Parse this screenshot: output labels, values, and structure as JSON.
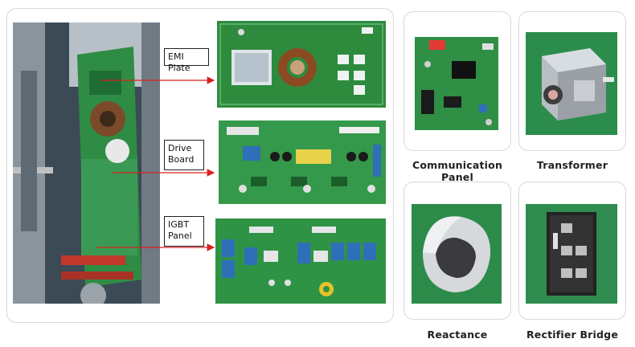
{
  "callouts": {
    "emi": "EMI Plate",
    "drive_line1": "Drive",
    "drive_line2": "Board",
    "igbt_line1": "IGBT",
    "igbt_line2": "Panel"
  },
  "products": [
    {
      "label": "Communication Panel",
      "icon": "communication-panel-photo"
    },
    {
      "label": "Transformer",
      "icon": "transformer-photo"
    },
    {
      "label": "Reactance",
      "icon": "reactance-photo"
    },
    {
      "label": "Rectifier Bridge",
      "icon": "rectifier-bridge-photo"
    }
  ],
  "colors": {
    "pcb_green": "#2e8b3e",
    "arrow_red": "#d92020",
    "panel_border": "#d9d9d9"
  }
}
